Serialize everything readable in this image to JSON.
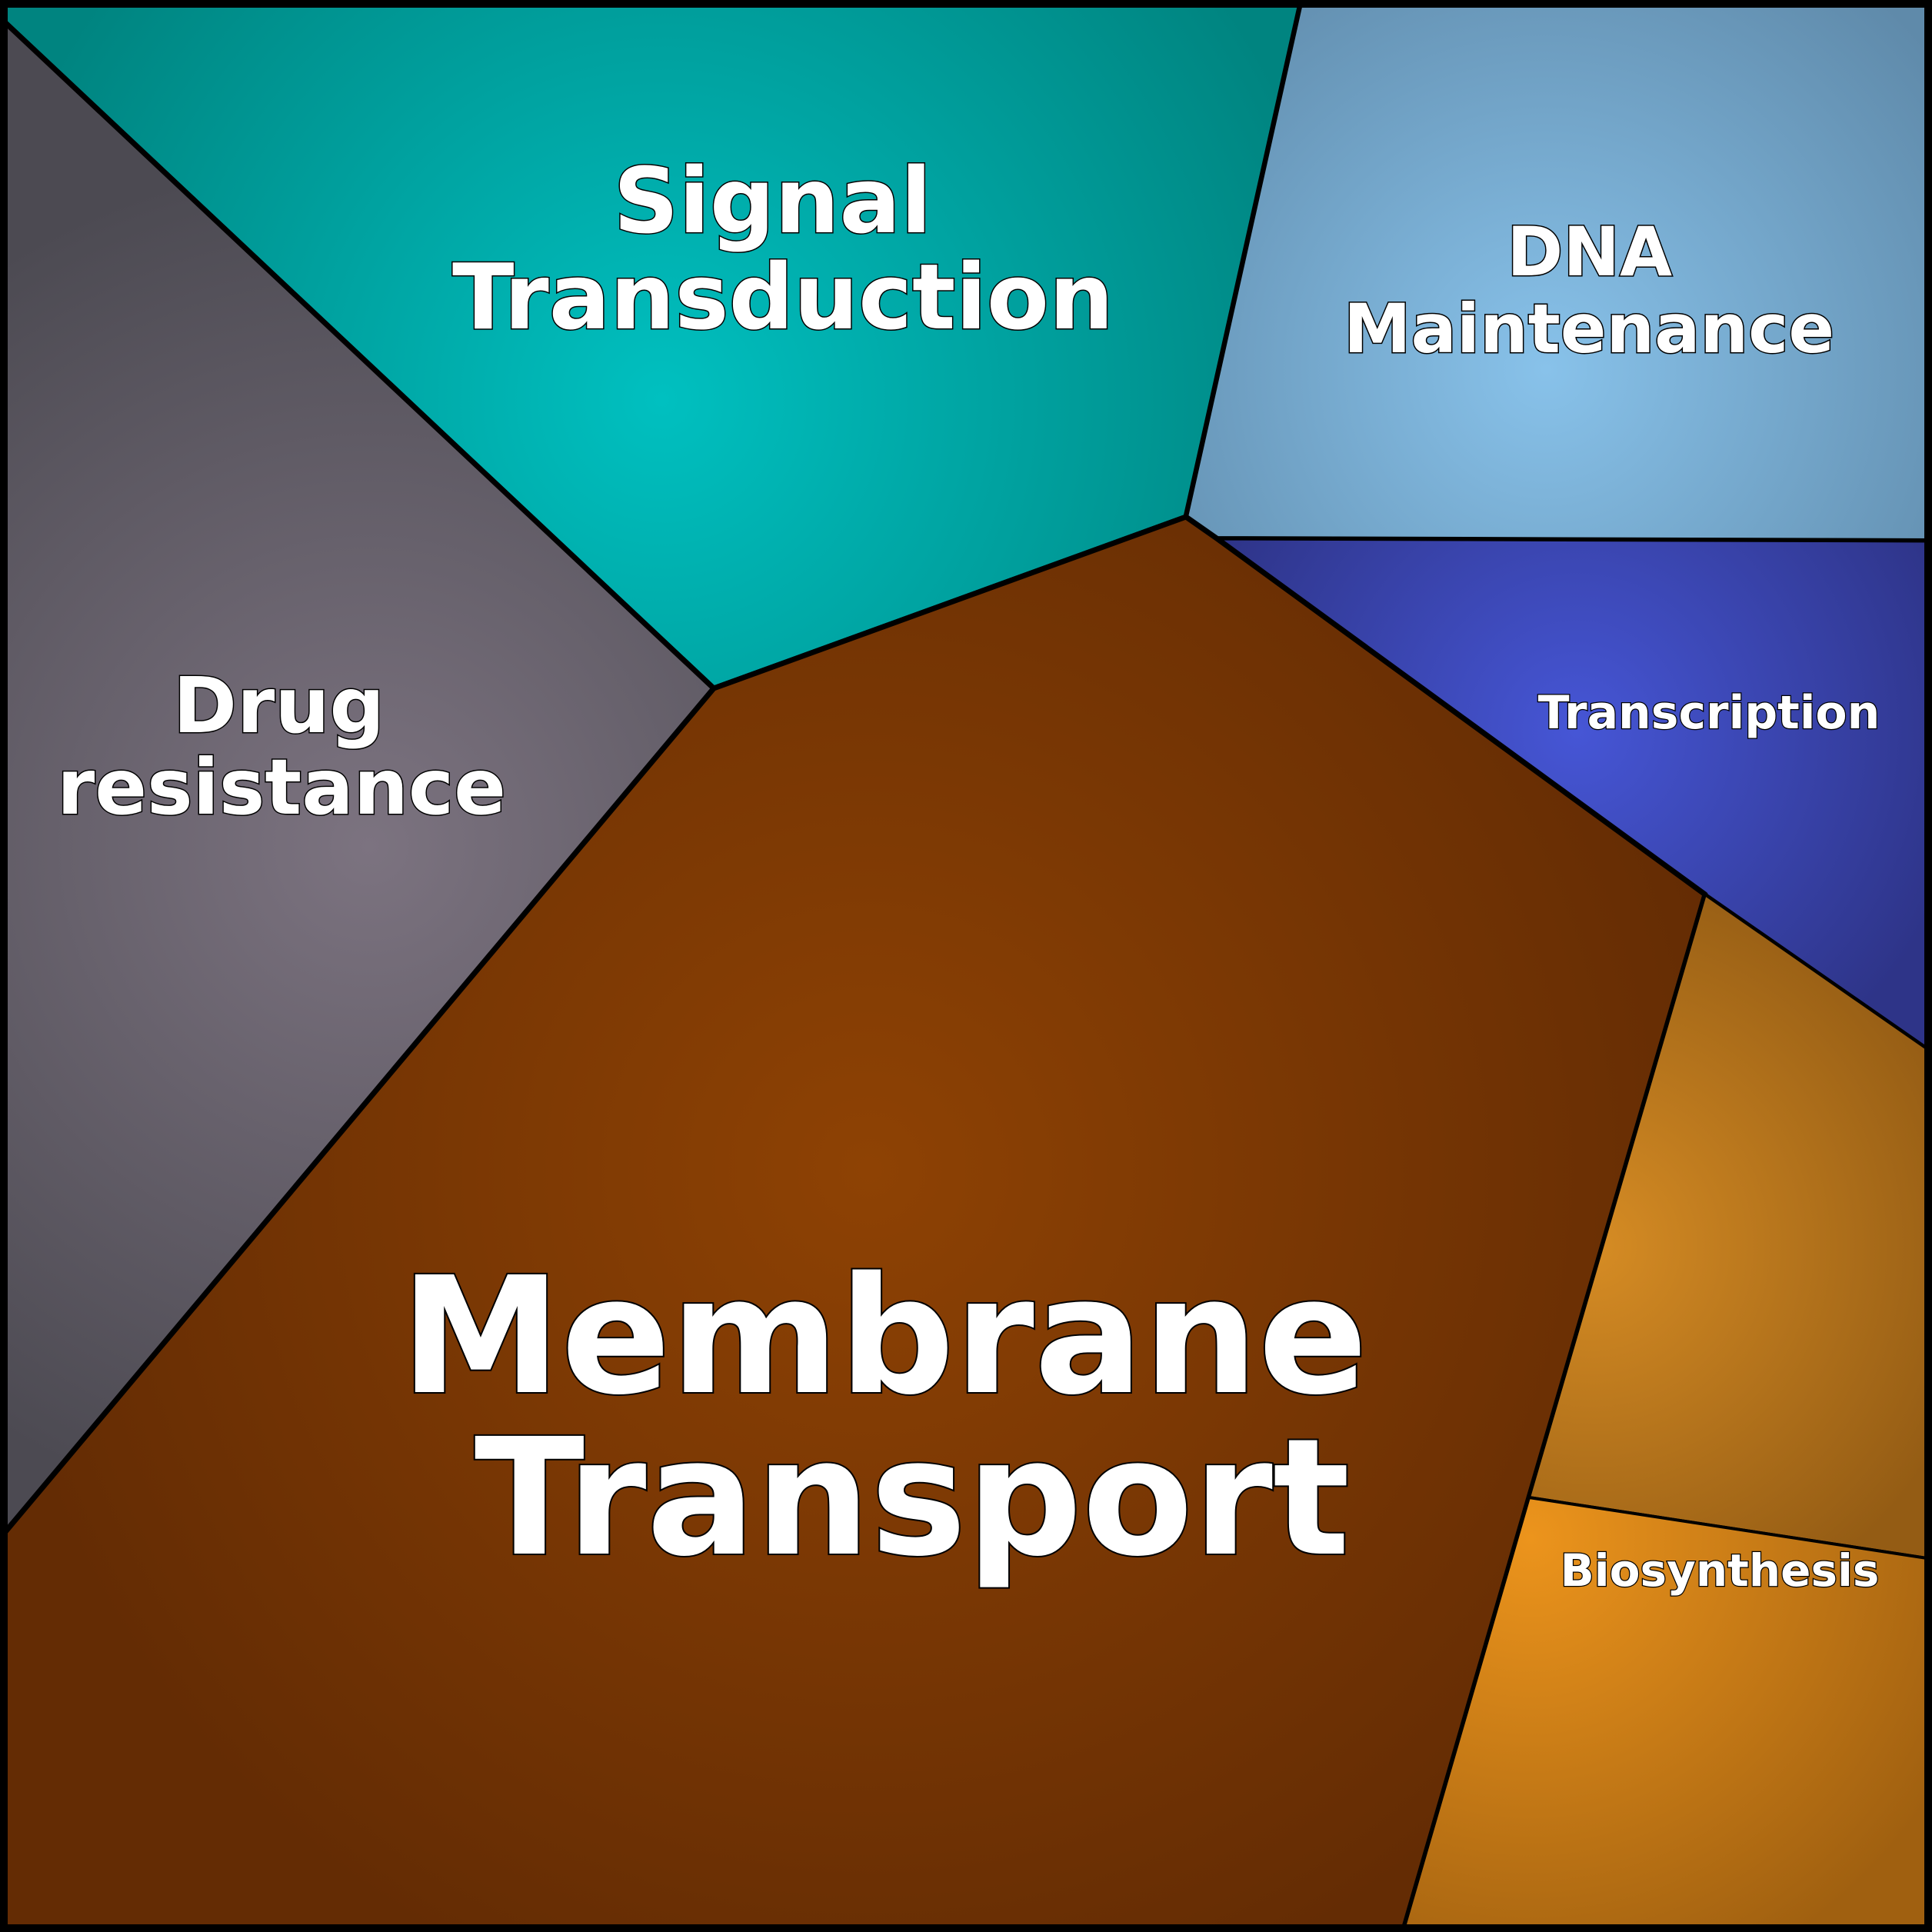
{
  "cells": [
    {
      "id": "signal-transduction",
      "label_lines": [
        "Signal",
        "Transduction"
      ],
      "center_color": "#00c0c0",
      "edge_color": "#008480"
    },
    {
      "id": "dna-maintenance",
      "label_lines": [
        "DNA",
        "Maintenance"
      ],
      "center_color": "#88c2ea",
      "edge_color": "#5f8aaa"
    },
    {
      "id": "drug-resistance",
      "label_lines": [
        "Drug",
        "resistance"
      ],
      "center_color": "#7c7380",
      "edge_color": "#4c4a52"
    },
    {
      "id": "transcription",
      "label_lines": [
        "Transcription"
      ],
      "center_color": "#4656d6",
      "edge_color": "#2e3488"
    },
    {
      "id": "membrane-transport",
      "label_lines": [
        "Membrane",
        "Transport"
      ],
      "center_color": "#8e4204",
      "edge_color": "#642c04"
    },
    {
      "id": "unlabeled-orange",
      "label_lines": [],
      "center_color": "#d68c24",
      "edge_color": "#945c14"
    },
    {
      "id": "biosynthesis",
      "label_lines": [
        "Biosynthesis"
      ],
      "center_color": "#ec941c",
      "edge_color": "#a06010"
    }
  ]
}
